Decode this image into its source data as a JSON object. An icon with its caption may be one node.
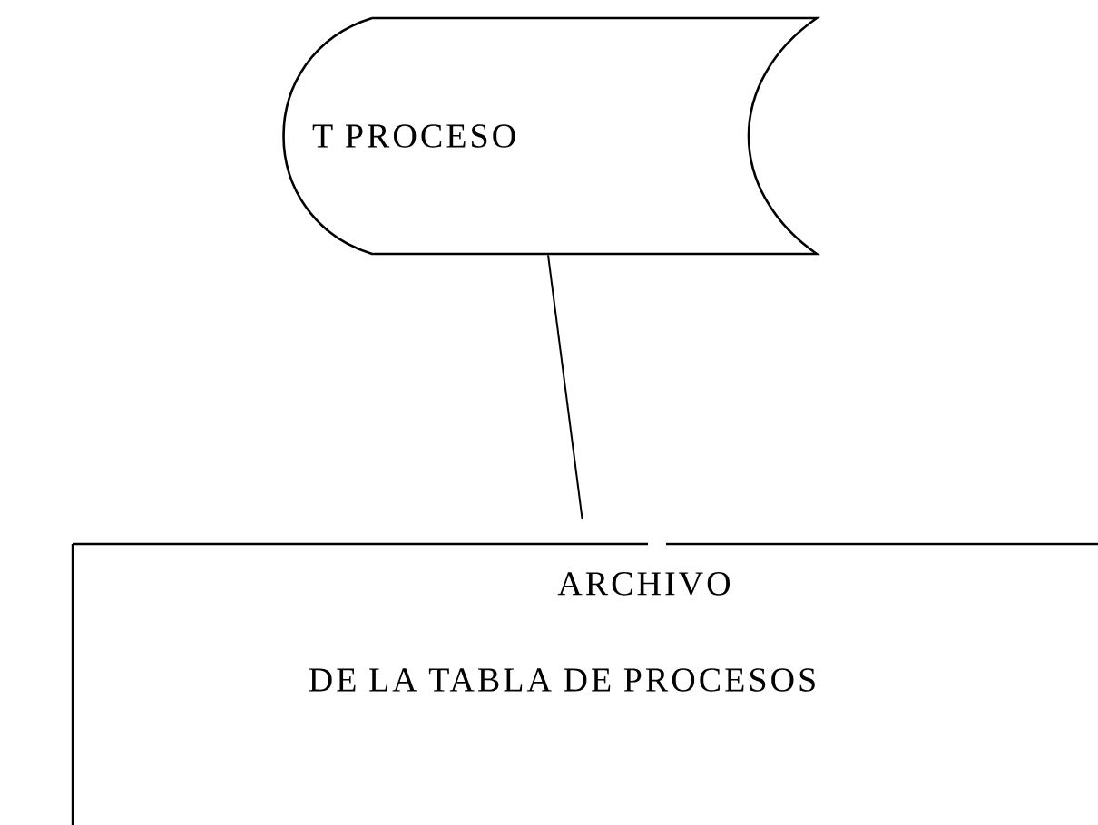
{
  "diagram": {
    "nodes": [
      {
        "text": [
          "T PROCESO"
        ]
      },
      {
        "text": [
          "ARCHIVO",
          "DE LA TABLA DE PROCESOS"
        ]
      }
    ],
    "edges": [
      {
        "from": 0,
        "to": 1,
        "arrow": "none"
      }
    ]
  }
}
